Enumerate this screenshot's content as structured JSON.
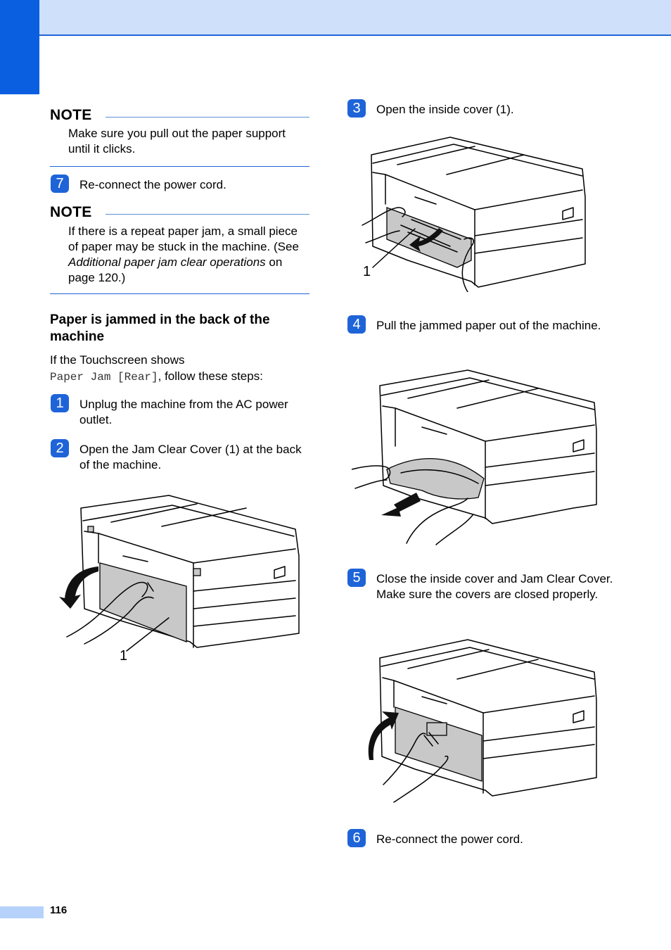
{
  "page_number": "116",
  "left": {
    "note1": {
      "title": "NOTE",
      "text": "Make sure you pull out the paper support until it clicks."
    },
    "step7": {
      "number": "7",
      "text": "Re-connect the power cord."
    },
    "note2": {
      "title": "NOTE",
      "text_before": "If there is a repeat paper jam, a small piece of paper may be stuck in the machine. (See ",
      "link_italic": "Additional paper jam clear operations",
      "text_after": " on page 120.)"
    },
    "section_heading": "Paper is jammed in the back of the machine",
    "intro_line1": "If the Touchscreen shows",
    "intro_code": "Paper Jam [Rear]",
    "intro_after": ", follow these steps:",
    "step1": {
      "number": "1",
      "text": "Unplug the machine from the AC power outlet."
    },
    "step2": {
      "number": "2",
      "text": "Open the Jam Clear Cover (1) at the back of the machine."
    },
    "figure1_callout": "1"
  },
  "right": {
    "step3": {
      "number": "3",
      "text": "Open the inside cover (1)."
    },
    "figure3_callout": "1",
    "step4": {
      "number": "4",
      "text": "Pull the jammed paper out of the machine."
    },
    "step5": {
      "number": "5",
      "text": "Close the inside cover and Jam Clear Cover. Make sure the covers are closed properly."
    },
    "step6": {
      "number": "6",
      "text": "Re-connect the power cord."
    }
  }
}
